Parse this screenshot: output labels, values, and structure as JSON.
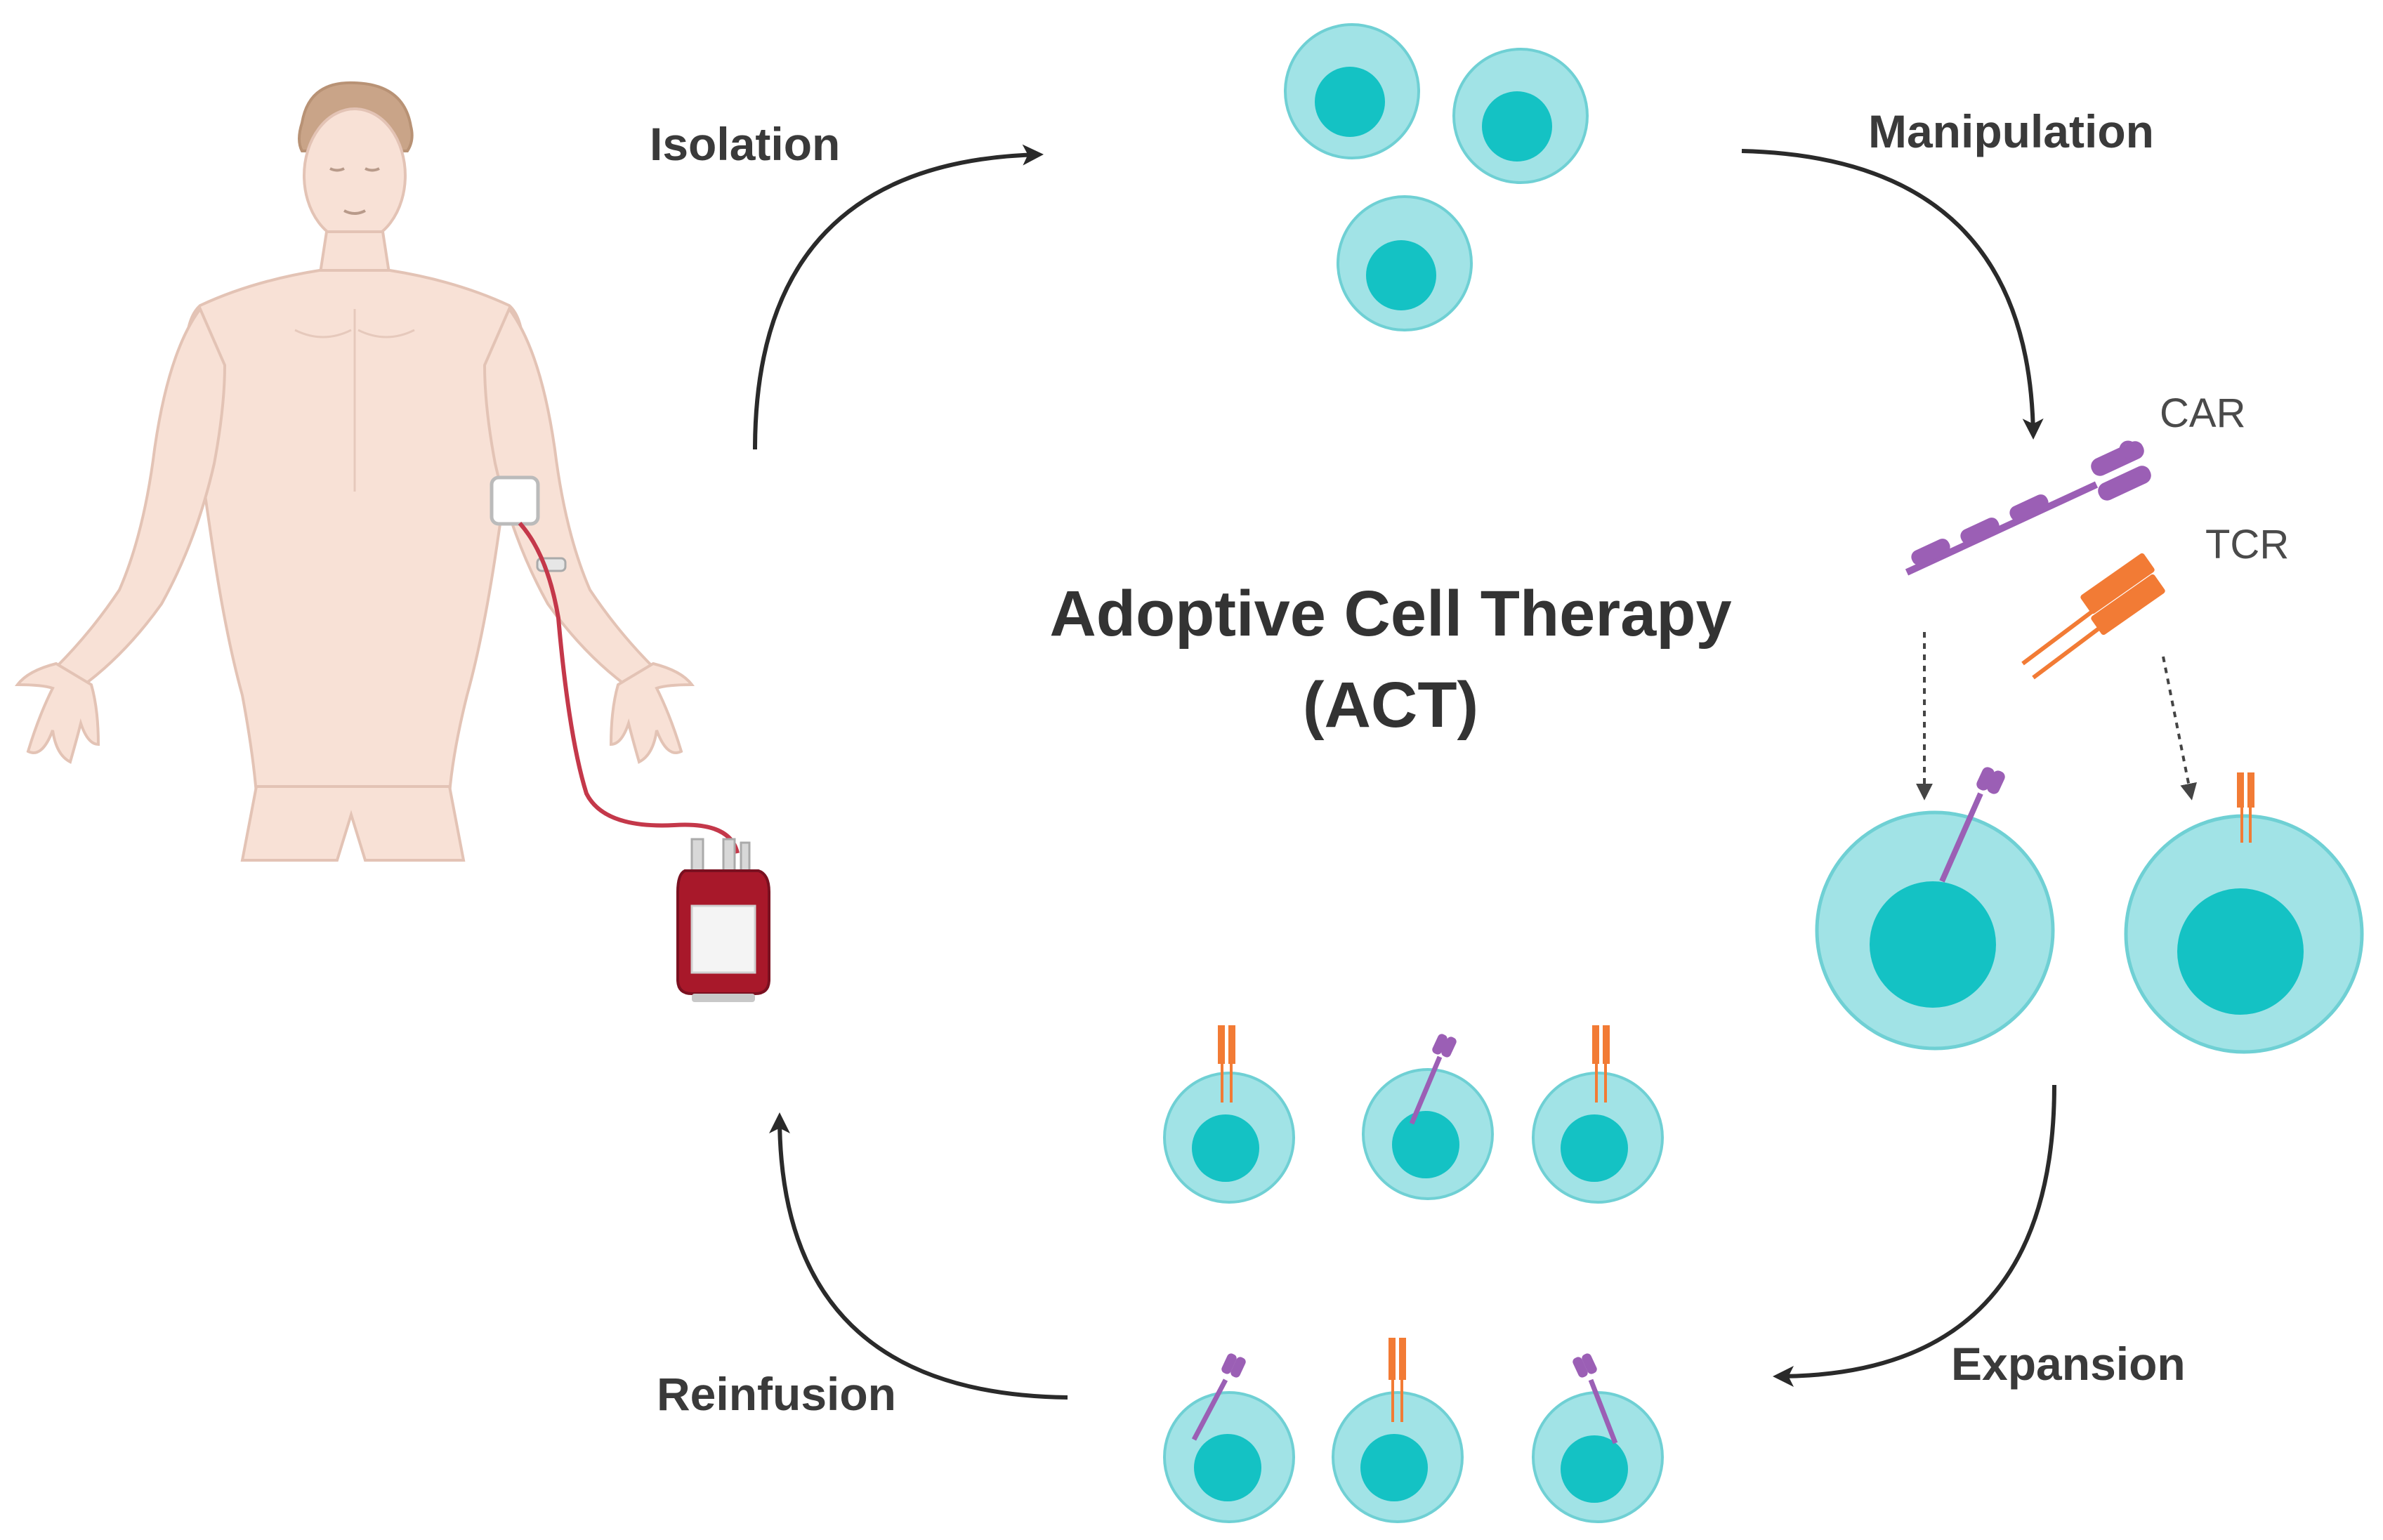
{
  "diagram": {
    "title_line1": "Adoptive Cell Therapy",
    "title_line2": "(ACT)",
    "steps": {
      "isolation": "Isolation",
      "manipulation": "Manipulation",
      "expansion": "Expansion",
      "reinfusion": "Reinfusion"
    },
    "receptors": {
      "car": "CAR",
      "tcr": "TCR"
    }
  },
  "colors": {
    "cell_body": "#a1e3e6",
    "cell_outline": "#6fd0d4",
    "nucleus": "#14c2c4",
    "car": "#9b5fb5",
    "tcr": "#f27b35",
    "blood": "#a8182a",
    "skin": "#f8e1d6",
    "arrow": "#2a2a2a"
  }
}
